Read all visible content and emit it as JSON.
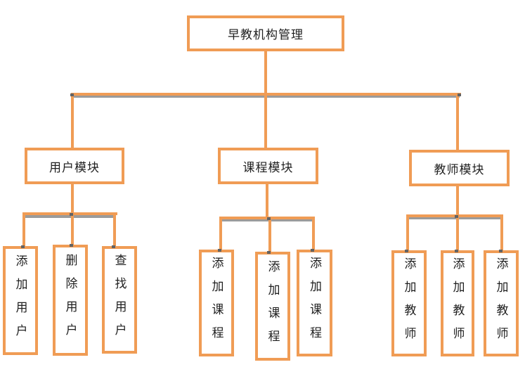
{
  "diagram": {
    "root_label": "早教机构管理",
    "modules": [
      {
        "label": "用户模块",
        "children": [
          "添加用户",
          "删除用户",
          "查找用户"
        ]
      },
      {
        "label": "课程模块",
        "children": [
          "添加课程",
          "添加课程",
          "添加课程"
        ]
      },
      {
        "label": "教师模块",
        "children": [
          "添加教师",
          "添加教师",
          "添加教师"
        ]
      }
    ],
    "colors": {
      "box_border": "#F09C55",
      "connector": "#F09C55",
      "connector_shadow": "#9B9B9B",
      "handle_dot": "#636363",
      "text": "#1F1F1F",
      "background": "#FFFFFF"
    }
  }
}
